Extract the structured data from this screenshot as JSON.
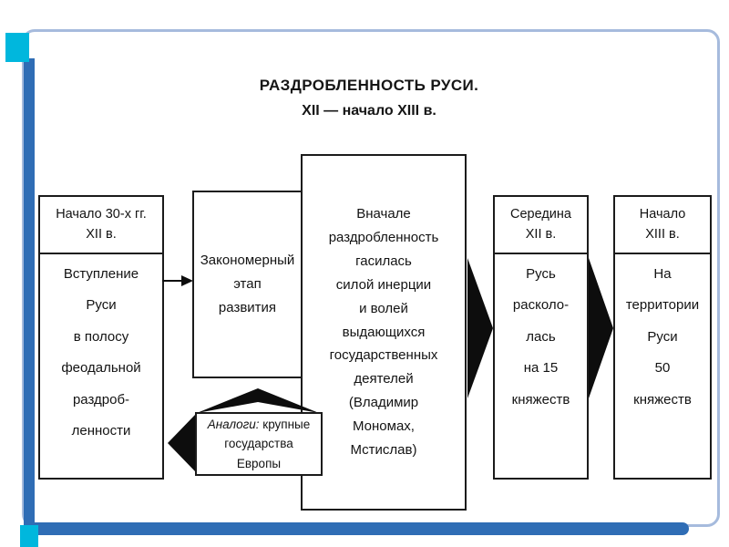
{
  "colors": {
    "frame_border": "#a6bbdd",
    "frame_bar_blue": "#2f6db5",
    "accent_cyan": "#00b7dd",
    "box_border": "#1b1b1b",
    "arrow_black": "#0d0d0d"
  },
  "title": {
    "line1": "РАЗДРОБЛЕННОСТЬ РУСИ.",
    "line2": "XII — начало XIII в."
  },
  "boxes": {
    "start": {
      "header": "Начало 30-х гг.\nXII в.",
      "body": "Вступление\nРуси\nв полосу\nфеодальной\nраздроб-\nленности"
    },
    "stage": {
      "body": "Закономерный\nэтап\nразвития"
    },
    "center": {
      "body": "Вначале\nраздробленность\nгасилась\nсилой инерции\nи волей\nвыдающихся\nгосударственных\nдеятелей\n(Владимир\nМономах,\nМстислав)"
    },
    "mid12": {
      "header": "Середина\nXII в.",
      "body": "Русь\nрасколо-\nлась\nна 15\nкняжеств"
    },
    "early13": {
      "header": "Начало\nXIII в.",
      "body": "На\nтерритории\nРуси\n50\nкняжеств"
    },
    "analog": {
      "label": "Аналоги:",
      "rest": " крупные\nгосударства\nЕвропы"
    }
  }
}
